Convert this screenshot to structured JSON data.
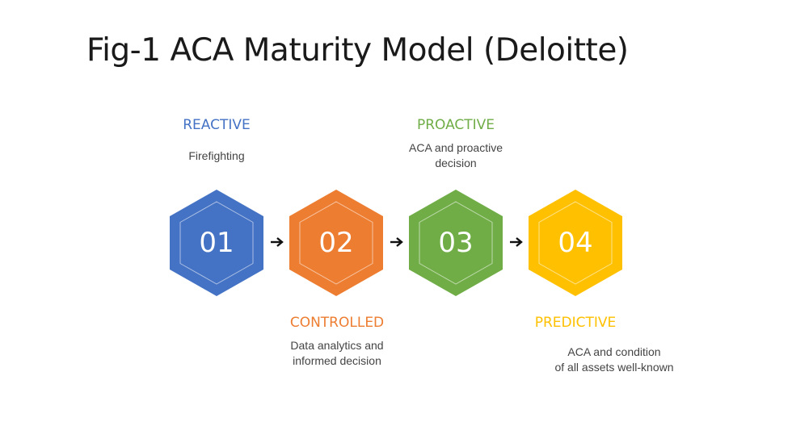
{
  "title": "Fig-1 ACA Maturity Model (Deloitte)",
  "stages": [
    {
      "number": "01",
      "label": "REACTIVE",
      "description": [
        "Firefighting"
      ],
      "color": "#4472C4",
      "label_position": "top"
    },
    {
      "number": "02",
      "label": "CONTROLLED",
      "description": [
        "Data analytics and",
        "informed decision"
      ],
      "color": "#ED7D31",
      "label_position": "bottom"
    },
    {
      "number": "03",
      "label": "PROACTIVE",
      "description": [
        "ACA and proactive",
        "decision"
      ],
      "color": "#70AD47",
      "label_position": "top"
    },
    {
      "number": "04",
      "label": "PREDICTIVE",
      "description": [
        "ACA and condition",
        "of all assets well-known"
      ],
      "color": "#FFC000",
      "label_position": "bottom"
    }
  ],
  "connectors": [
    "arrow-right",
    "arrow-right",
    "arrow-right"
  ]
}
